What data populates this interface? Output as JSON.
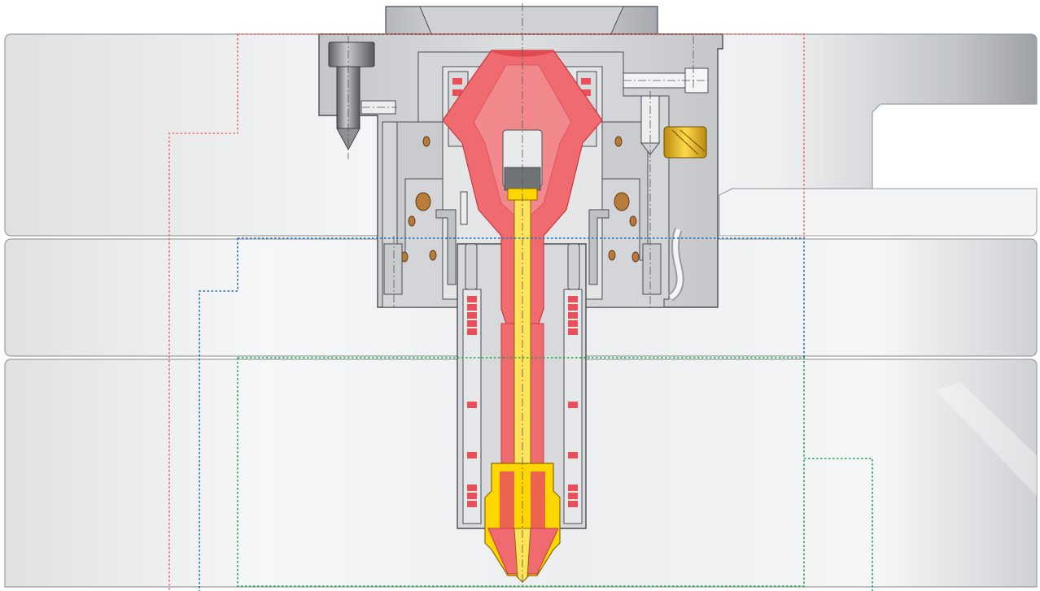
{
  "colors": {
    "background": "#ffffff",
    "plate_light": "#f4f5f6",
    "plate_mid": "#e3e5e7",
    "plate_dark": "#b9bcbf",
    "plate_edge": "#9a9da1",
    "steel_light": "#e6e7e9",
    "steel_mid": "#c9cbce",
    "steel_dark": "#8e9196",
    "outline": "#4a4d52",
    "melt_channel": "#ef6b6f",
    "melt_channel_edge": "#c9393f",
    "heater_element": "#e8505a",
    "torpedo_yellow": "#ffe45a",
    "nozzle_tip_yellow": "#ffd600",
    "seal_bronze": "#b97a3a",
    "fitting_gold": "#e6b422",
    "zone_red": "#f06a5e",
    "zone_blue": "#1f6fc2",
    "zone_green": "#1fa84a"
  },
  "icons": {
    "hot_runner_nozzle": "hot-runner-nozzle-cross-section-icon",
    "bolt": "socket-head-bolt-icon",
    "seal": "o-ring-seal-icon",
    "fitting": "water-fitting-icon"
  },
  "zones": [
    "red",
    "blue",
    "green"
  ]
}
